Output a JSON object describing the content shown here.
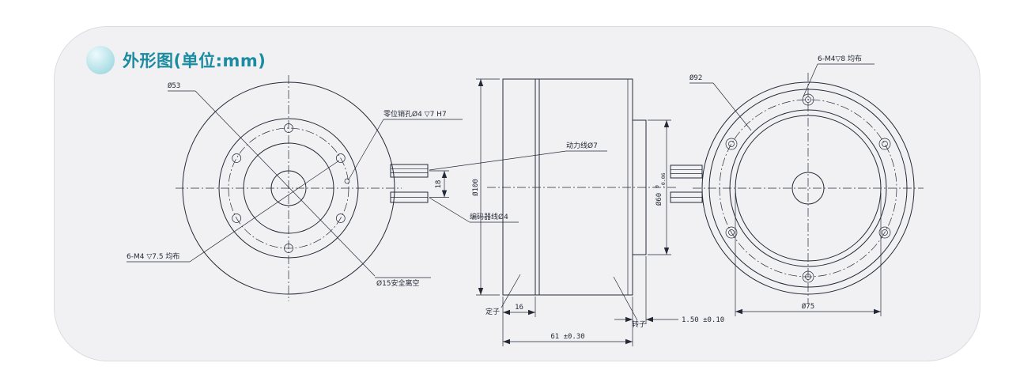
{
  "page": {
    "title": "外形图(单位:mm)"
  },
  "front_view": {
    "dia53": "Ø53",
    "pin_hole_label": "零位销孔Ø4 ▽7 H7",
    "power_cable_label": "动力线Ø7",
    "encoder_cable_label": "编码器线Ø4",
    "cable_spacing": "18",
    "mount_holes_label": "6-M4 ▽7.5 均布",
    "safety_hole_label": "Ø15安全离空"
  },
  "side_view": {
    "dia100": "Ø100",
    "dia60": "Ø60",
    "dia60_tol_upper": "0",
    "dia60_tol_lower": "-0.06",
    "front_plate_width": "16",
    "total_length": "61 ±0.30",
    "gap": "1.50 ±0.10",
    "stator_label": "定子",
    "rotor_label": "转子"
  },
  "rear_view": {
    "dia92": "Ø92",
    "mount_holes_label": "6-M4▽8 均布",
    "dia75": "Ø75"
  }
}
